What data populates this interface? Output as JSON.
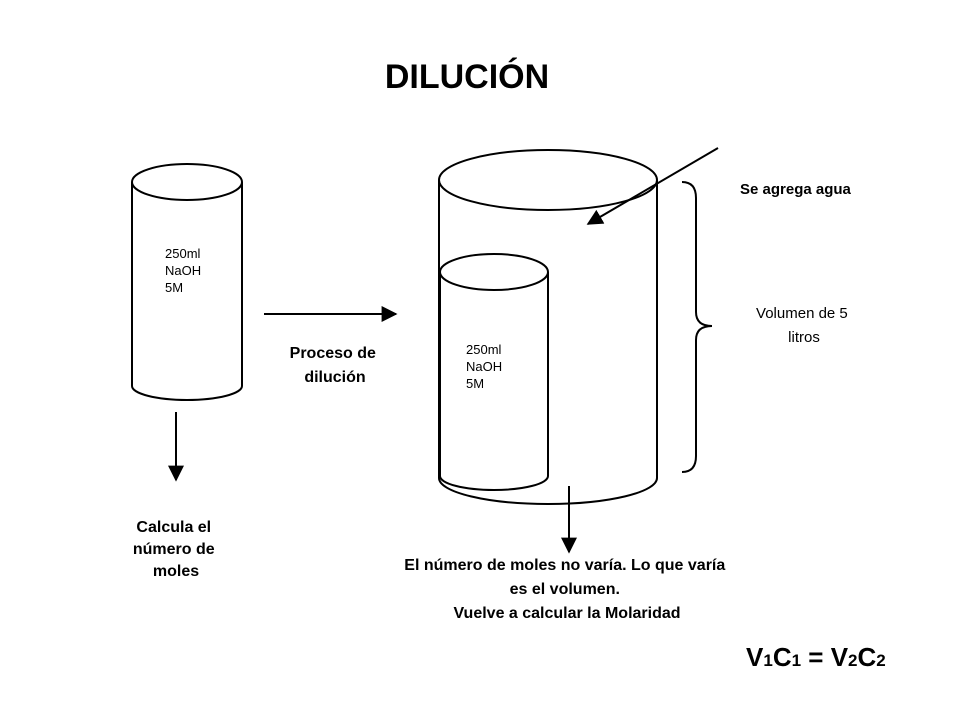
{
  "title": "DILUCIÓN",
  "small_beaker": {
    "label_lines": [
      "250ml",
      "NaOH",
      "5M"
    ]
  },
  "process_label": [
    "Proceso de",
    "dilución"
  ],
  "calc_label": [
    "Calcula el",
    "número de",
    "moles"
  ],
  "inner_beaker": {
    "label_lines": [
      "250ml",
      "NaOH",
      "5M"
    ]
  },
  "water_label": "Se agrega agua",
  "volume_label": [
    "Volumen de 5",
    "litros"
  ],
  "conclusion": [
    "El número de moles no varía. Lo que varía",
    "es el volumen.",
    "Vuelve a calcular la Molaridad"
  ],
  "formula": {
    "v1": "V",
    "n1": "1",
    "c1": "C",
    "m1": "1",
    "eq": " = ",
    "v2": "V",
    "n2": "2",
    "c2": "C",
    "m2": "2"
  }
}
